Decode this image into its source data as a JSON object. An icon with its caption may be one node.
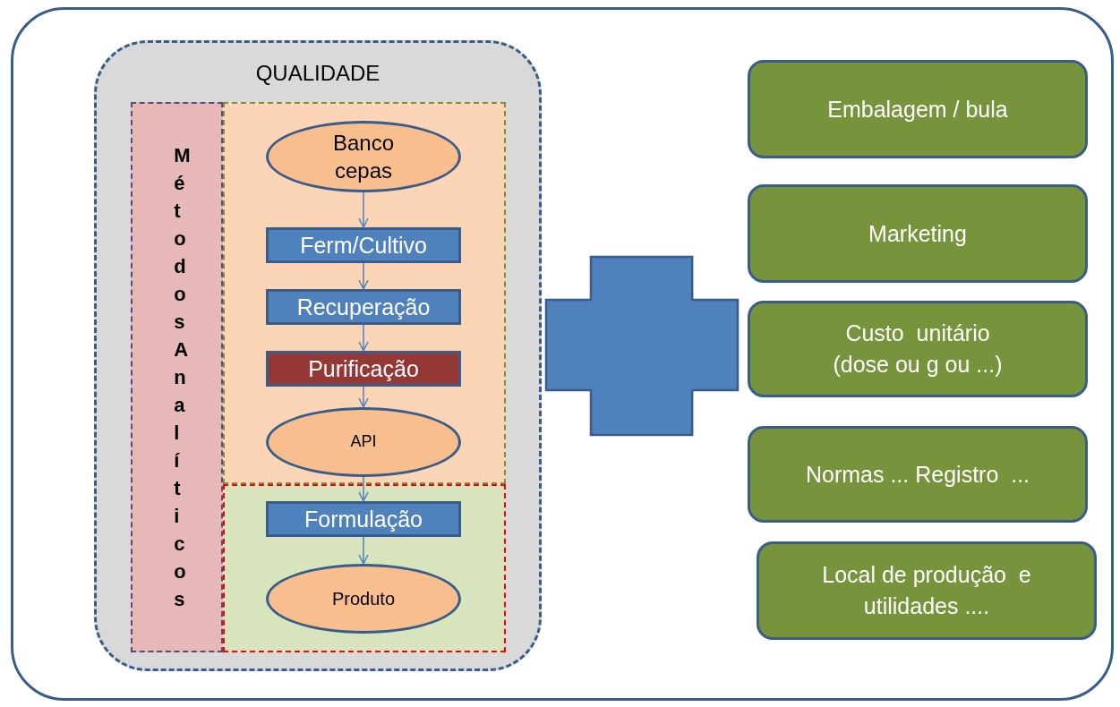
{
  "diagram": {
    "nodes": [
      {
        "text": [],
        "shape": "box"
      },
      {
        "text": [
          "QUALIDADE"
        ],
        "in": 0
      },
      {
        "text": [
          "Métodos Analíticos"
        ],
        "in": 1
      },
      {
        "text": [],
        "shape": "box",
        "in": 1
      },
      {
        "text": [],
        "shape": "box",
        "in": 1
      },
      {
        "text": [
          "Banco cepas"
        ],
        "in": 3
      },
      {
        "text": [
          "Ferm/Cultivo"
        ],
        "in": 3
      },
      {
        "text": [
          "Recuperação"
        ],
        "in": 3
      },
      {
        "text": [
          "Purificação"
        ],
        "in": 3
      },
      {
        "text": [
          "API"
        ],
        "in": 3
      },
      {
        "text": [
          "Formulação"
        ],
        "in": 4
      },
      {
        "text": [
          "Produto"
        ],
        "in": 4
      },
      {
        "text": [],
        "shape": "cross",
        "in": 0
      },
      {
        "text": [
          "Embalagem / bula"
        ],
        "in": 0
      },
      {
        "text": [
          "Marketing"
        ],
        "in": 0
      },
      {
        "text": [
          "Custo  unitário (dose ou g ou ...)"
        ],
        "in": 0
      },
      {
        "text": [
          "Normas ... Registro  ..."
        ],
        "in": 0
      },
      {
        "text": [
          "Local de produção  e utilidades ...."
        ],
        "in": 0
      }
    ],
    "edges": [
      {
        "from": 5,
        "to": 6,
        "arrow": "to"
      },
      {
        "from": 6,
        "to": 7,
        "arrow": "to"
      },
      {
        "from": 7,
        "to": 8,
        "arrow": "to"
      },
      {
        "from": 8,
        "to": 9,
        "arrow": "to"
      },
      {
        "from": 9,
        "to": 10,
        "arrow": "to"
      },
      {
        "from": 10,
        "to": 11,
        "arrow": "to"
      }
    ]
  }
}
